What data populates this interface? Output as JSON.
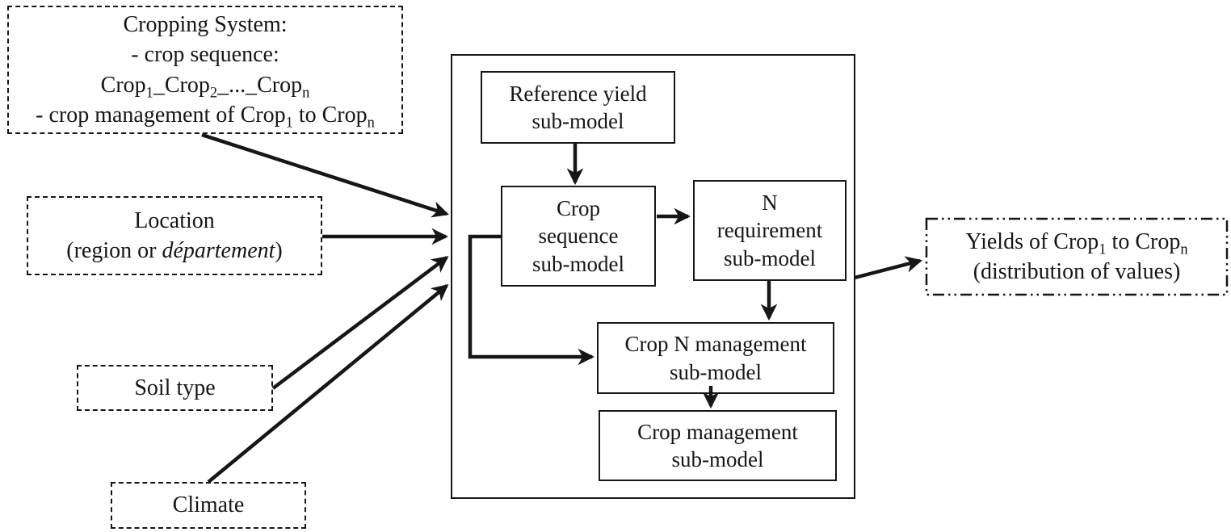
{
  "inputs": {
    "cropping_system": {
      "line1": "Cropping System:",
      "line2": "- crop sequence:",
      "line3": [
        {
          "t": "Crop"
        },
        {
          "t": "1",
          "sub": true
        },
        {
          "t": "_Crop"
        },
        {
          "t": "2",
          "sub": true
        },
        {
          "t": "_..._Crop"
        },
        {
          "t": "n",
          "sub": true
        }
      ],
      "line4": [
        {
          "t": "- crop management of Crop"
        },
        {
          "t": "1",
          "sub": true
        },
        {
          "t": " to Crop"
        },
        {
          "t": "n",
          "sub": true
        }
      ]
    },
    "location": {
      "line1": "Location",
      "line2": [
        {
          "t": "(region or "
        },
        {
          "t": "département",
          "i": true
        },
        {
          "t": ")"
        }
      ]
    },
    "soil_type": {
      "label": "Soil type"
    },
    "climate": {
      "label": "Climate"
    }
  },
  "model": {
    "reference_yield": {
      "line1": "Reference yield",
      "line2": "sub-model"
    },
    "crop_sequence": {
      "line1": "Crop",
      "line2": "sequence",
      "line3": "sub-model"
    },
    "n_requirement": {
      "line1": "N",
      "line2": "requirement",
      "line3": "sub-model"
    },
    "crop_n_management": {
      "line1": "Crop N management",
      "line2": "sub-model"
    },
    "crop_management": {
      "line1": "Crop management",
      "line2": "sub-model"
    }
  },
  "output": {
    "yields": {
      "line1": [
        {
          "t": "Yields of Crop"
        },
        {
          "t": "1",
          "sub": true
        },
        {
          "t": " to Crop"
        },
        {
          "t": "n",
          "sub": true
        }
      ],
      "line2": "(distribution of values)"
    }
  },
  "colors": {
    "ink": "#161616",
    "background": "#ffffff"
  }
}
